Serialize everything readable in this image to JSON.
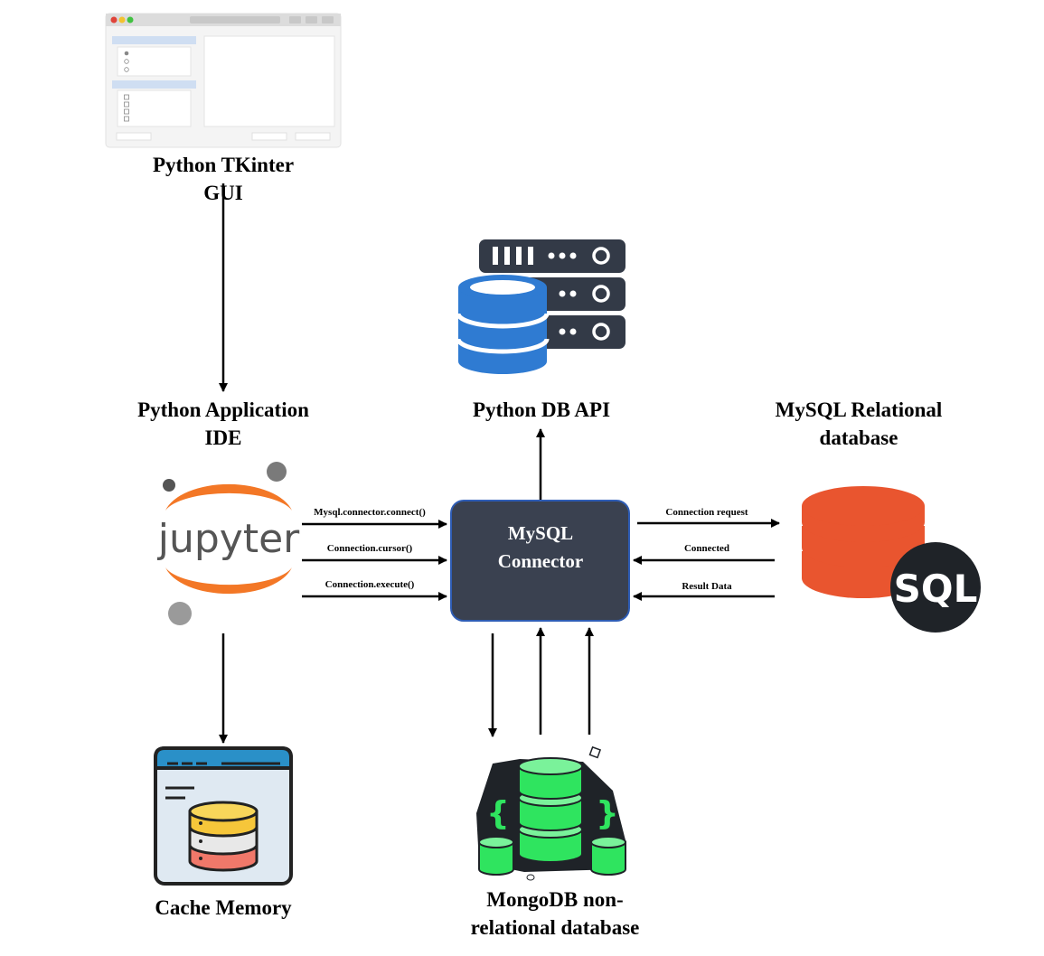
{
  "nodes": {
    "tkinter": {
      "label_line1": "Python TKinter",
      "label_line2": "GUI"
    },
    "ide": {
      "label_line1": "Python Application",
      "label_line2": "IDE",
      "logo_text": "jupyter"
    },
    "cache": {
      "label": "Cache Memory"
    },
    "db_api": {
      "label": "Python DB API"
    },
    "connector": {
      "label_line1": "MySQL",
      "label_line2": "Connector"
    },
    "mysql": {
      "label_line1": "MySQL Relational",
      "label_line2": "database",
      "logo_text": "SQL"
    },
    "mongodb": {
      "label_line1": "MongoDB non-",
      "label_line2": "relational database",
      "brace_left": "{",
      "brace_right": "}"
    }
  },
  "edges": {
    "ide_to_connector": [
      "Mysql.connector.connect()",
      "Connection.cursor()",
      "Connection.execute()"
    ],
    "connector_mysql": [
      "Connection request",
      "Connected",
      "Result Data"
    ]
  },
  "colors": {
    "connector_fill": "#3a4150",
    "connector_border": "#2f5db5",
    "jupyter_orange": "#f37726",
    "server_blue": "#2f7bd2",
    "server_dark": "#333a47",
    "sql_red": "#e9552f",
    "mongo_green": "#2fe45f",
    "cache_blue": "#2a90c8"
  }
}
